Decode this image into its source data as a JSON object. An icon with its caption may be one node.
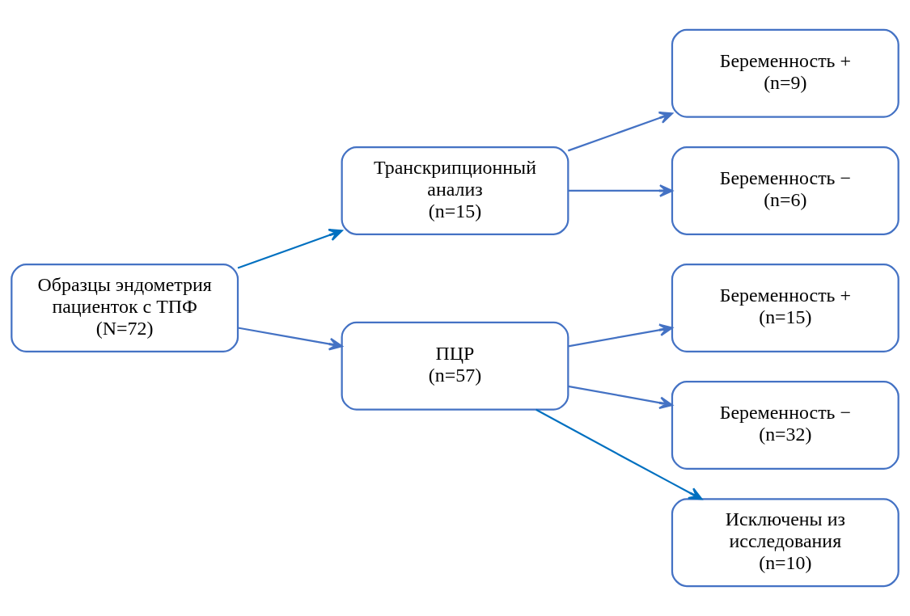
{
  "diagram": {
    "nodes": [
      {
        "text": [
          "Образцы эндометрия пациенток с ТПФ",
          "(N=72)"
        ]
      },
      {
        "text": [
          "Транскрипционный анализ",
          "(n=15)"
        ]
      },
      {
        "text": [
          "ПЦР",
          "(n=57)"
        ]
      },
      {
        "text": [
          "Беременность +",
          "(n=9)"
        ]
      },
      {
        "text": [
          "Беременность −",
          "(n=6)"
        ]
      },
      {
        "text": [
          "Беременность +",
          "(n=15)"
        ]
      },
      {
        "text": [
          "Беременность −",
          "(n=32)"
        ]
      },
      {
        "text": [
          "Исключены из исследования",
          "(n=10)"
        ]
      }
    ],
    "edges": [
      {
        "from": 0,
        "to": 1,
        "arrow": "to",
        "color": "#0070c0"
      },
      {
        "from": 0,
        "to": 2,
        "arrow": "to"
      },
      {
        "from": 1,
        "to": 3,
        "arrow": "to"
      },
      {
        "from": 1,
        "to": 4,
        "arrow": "to"
      },
      {
        "from": 2,
        "to": 5,
        "arrow": "to"
      },
      {
        "from": 2,
        "to": 6,
        "arrow": "to"
      },
      {
        "from": 2,
        "to": 7,
        "arrow": "to",
        "color": "#0070c0"
      }
    ]
  }
}
